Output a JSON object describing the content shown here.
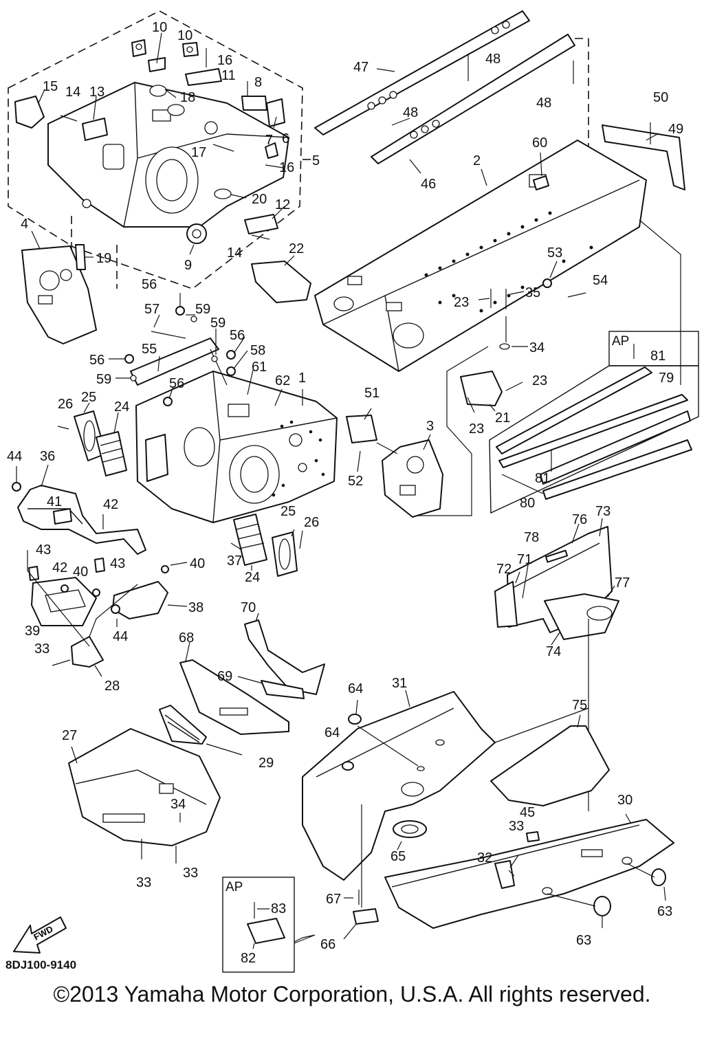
{
  "diagram": {
    "ref_code": "8DJ100-9140",
    "copyright": "©2013 Yamaha Motor Corporation, U.S.A. All rights reserved.",
    "fwd_label": "FWD",
    "ap_label": "AP",
    "callouts": [
      {
        "id": "c10a",
        "text": "10"
      },
      {
        "id": "c10b",
        "text": "10"
      },
      {
        "id": "c16a",
        "text": "16"
      },
      {
        "id": "c11",
        "text": "11"
      },
      {
        "id": "c15",
        "text": "15"
      },
      {
        "id": "c14a",
        "text": "14"
      },
      {
        "id": "c13",
        "text": "13"
      },
      {
        "id": "c18",
        "text": "18"
      },
      {
        "id": "c8",
        "text": "8"
      },
      {
        "id": "c6",
        "text": "6"
      },
      {
        "id": "c7",
        "text": "7"
      },
      {
        "id": "c17",
        "text": "17"
      },
      {
        "id": "c16b",
        "text": "16"
      },
      {
        "id": "c5",
        "text": "5"
      },
      {
        "id": "c20",
        "text": "20"
      },
      {
        "id": "c12",
        "text": "12"
      },
      {
        "id": "c4",
        "text": "4"
      },
      {
        "id": "c19",
        "text": "19"
      },
      {
        "id": "c9",
        "text": "9"
      },
      {
        "id": "c14b",
        "text": "14"
      },
      {
        "id": "c22",
        "text": "22"
      },
      {
        "id": "c47",
        "text": "47"
      },
      {
        "id": "c48a",
        "text": "48"
      },
      {
        "id": "c48b",
        "text": "48"
      },
      {
        "id": "c48c",
        "text": "48"
      },
      {
        "id": "c50",
        "text": "50"
      },
      {
        "id": "c49",
        "text": "49"
      },
      {
        "id": "c60",
        "text": "60"
      },
      {
        "id": "c2",
        "text": "2"
      },
      {
        "id": "c46",
        "text": "46"
      },
      {
        "id": "c53",
        "text": "53"
      },
      {
        "id": "c54",
        "text": "54"
      },
      {
        "id": "c23a",
        "text": "23"
      },
      {
        "id": "c35",
        "text": "35"
      },
      {
        "id": "c34a",
        "text": "34"
      },
      {
        "id": "c81a",
        "text": "81"
      },
      {
        "id": "c79",
        "text": "79"
      },
      {
        "id": "c23b",
        "text": "23"
      },
      {
        "id": "c21",
        "text": "21"
      },
      {
        "id": "c23c",
        "text": "23"
      },
      {
        "id": "c81b",
        "text": "81"
      },
      {
        "id": "c80",
        "text": "80"
      },
      {
        "id": "c56a",
        "text": "56"
      },
      {
        "id": "c57",
        "text": "57"
      },
      {
        "id": "c59a",
        "text": "59"
      },
      {
        "id": "c59b",
        "text": "59"
      },
      {
        "id": "c56b",
        "text": "56"
      },
      {
        "id": "c58",
        "text": "58"
      },
      {
        "id": "c55",
        "text": "55"
      },
      {
        "id": "c56c",
        "text": "56"
      },
      {
        "id": "c61",
        "text": "61"
      },
      {
        "id": "c62",
        "text": "62"
      },
      {
        "id": "c1",
        "text": "1"
      },
      {
        "id": "c59c",
        "text": "59"
      },
      {
        "id": "c56d",
        "text": "56"
      },
      {
        "id": "c26a",
        "text": "26"
      },
      {
        "id": "c25a",
        "text": "25"
      },
      {
        "id": "c24a",
        "text": "24"
      },
      {
        "id": "c51",
        "text": "51"
      },
      {
        "id": "c3",
        "text": "3"
      },
      {
        "id": "c52",
        "text": "52"
      },
      {
        "id": "c44a",
        "text": "44"
      },
      {
        "id": "c36",
        "text": "36"
      },
      {
        "id": "c41",
        "text": "41"
      },
      {
        "id": "c42a",
        "text": "42"
      },
      {
        "id": "c25b",
        "text": "25"
      },
      {
        "id": "c26b",
        "text": "26"
      },
      {
        "id": "c37",
        "text": "37"
      },
      {
        "id": "c24b",
        "text": "24"
      },
      {
        "id": "c43a",
        "text": "43"
      },
      {
        "id": "c42b",
        "text": "42"
      },
      {
        "id": "c40a",
        "text": "40"
      },
      {
        "id": "c43b",
        "text": "43"
      },
      {
        "id": "c40b",
        "text": "40"
      },
      {
        "id": "c38",
        "text": "38"
      },
      {
        "id": "c39",
        "text": "39"
      },
      {
        "id": "c44b",
        "text": "44"
      },
      {
        "id": "c33a",
        "text": "33"
      },
      {
        "id": "c28",
        "text": "28"
      },
      {
        "id": "c78",
        "text": "78"
      },
      {
        "id": "c76",
        "text": "76"
      },
      {
        "id": "c73",
        "text": "73"
      },
      {
        "id": "c72",
        "text": "72"
      },
      {
        "id": "c71",
        "text": "71"
      },
      {
        "id": "c77",
        "text": "77"
      },
      {
        "id": "c74",
        "text": "74"
      },
      {
        "id": "c70",
        "text": "70"
      },
      {
        "id": "c68",
        "text": "68"
      },
      {
        "id": "c69",
        "text": "69"
      },
      {
        "id": "c64a",
        "text": "64"
      },
      {
        "id": "c31",
        "text": "31"
      },
      {
        "id": "c64b",
        "text": "64"
      },
      {
        "id": "c75",
        "text": "75"
      },
      {
        "id": "c27",
        "text": "27"
      },
      {
        "id": "c29",
        "text": "29"
      },
      {
        "id": "c30",
        "text": "30"
      },
      {
        "id": "c45",
        "text": "45"
      },
      {
        "id": "c33b",
        "text": "33"
      },
      {
        "id": "c32",
        "text": "32"
      },
      {
        "id": "c34b",
        "text": "34"
      },
      {
        "id": "c65",
        "text": "65"
      },
      {
        "id": "c33c",
        "text": "33"
      },
      {
        "id": "c33d",
        "text": "33"
      },
      {
        "id": "c83",
        "text": "83"
      },
      {
        "id": "c67",
        "text": "67"
      },
      {
        "id": "c63a",
        "text": "63"
      },
      {
        "id": "c63b",
        "text": "63"
      },
      {
        "id": "c82",
        "text": "82"
      },
      {
        "id": "c66",
        "text": "66"
      }
    ]
  }
}
